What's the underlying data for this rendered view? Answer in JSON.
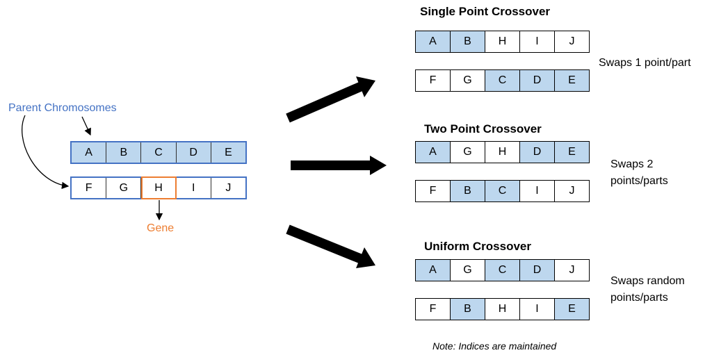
{
  "parent": {
    "label": "Parent Chromosomes",
    "gene_label": "Gene",
    "rows": [
      [
        "A",
        "B",
        "C",
        "D",
        "E"
      ],
      [
        "F",
        "G",
        "H",
        "I",
        "J"
      ]
    ]
  },
  "sections": [
    {
      "title": "Single Point Crossover",
      "description": "Swaps 1 point/part",
      "rows": [
        [
          {
            "v": "A",
            "filled": true
          },
          {
            "v": "B",
            "filled": true
          },
          {
            "v": "H",
            "filled": false
          },
          {
            "v": "I",
            "filled": false
          },
          {
            "v": "J",
            "filled": false
          }
        ],
        [
          {
            "v": "F",
            "filled": false
          },
          {
            "v": "G",
            "filled": false
          },
          {
            "v": "C",
            "filled": true
          },
          {
            "v": "D",
            "filled": true
          },
          {
            "v": "E",
            "filled": true
          }
        ]
      ]
    },
    {
      "title": "Two Point Crossover",
      "description": "Swaps 2 points/parts",
      "rows": [
        [
          {
            "v": "A",
            "filled": true
          },
          {
            "v": "G",
            "filled": false
          },
          {
            "v": "H",
            "filled": false
          },
          {
            "v": "D",
            "filled": true
          },
          {
            "v": "E",
            "filled": true
          }
        ],
        [
          {
            "v": "F",
            "filled": false
          },
          {
            "v": "B",
            "filled": true
          },
          {
            "v": "C",
            "filled": true
          },
          {
            "v": "I",
            "filled": false
          },
          {
            "v": "J",
            "filled": false
          }
        ]
      ]
    },
    {
      "title": "Uniform Crossover",
      "description": "Swaps random points/parts",
      "rows": [
        [
          {
            "v": "A",
            "filled": true
          },
          {
            "v": "G",
            "filled": false
          },
          {
            "v": "C",
            "filled": true
          },
          {
            "v": "D",
            "filled": true
          },
          {
            "v": "J",
            "filled": false
          }
        ],
        [
          {
            "v": "F",
            "filled": false
          },
          {
            "v": "B",
            "filled": true
          },
          {
            "v": "H",
            "filled": false
          },
          {
            "v": "I",
            "filled": false
          },
          {
            "v": "E",
            "filled": true
          }
        ]
      ]
    }
  ],
  "note": "Note: Indices are maintained",
  "colors": {
    "fill": "#bdd7ee",
    "parent_border": "#4472c4",
    "gene_highlight": "#ed7d31"
  }
}
